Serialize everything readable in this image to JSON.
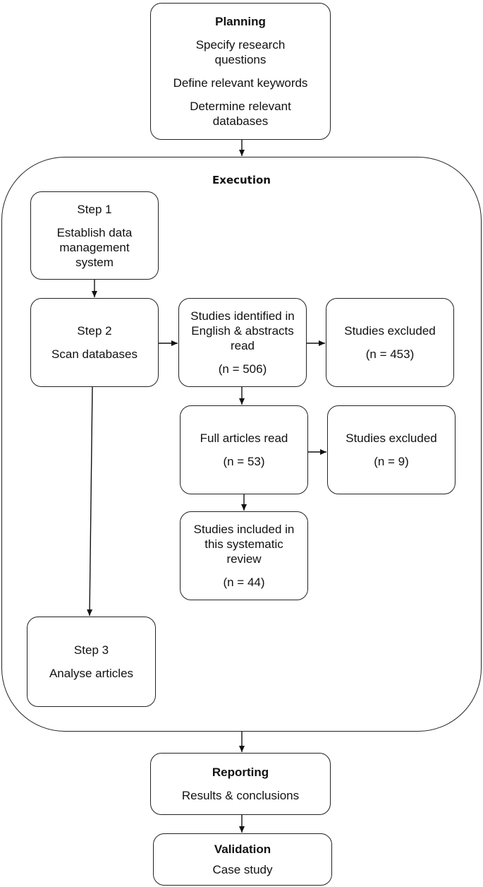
{
  "planning": {
    "title": "Planning",
    "items": [
      "Specify research questions",
      "Define relevant keywords",
      "Determine relevant databases"
    ]
  },
  "execution": {
    "title": "Execution",
    "step1": {
      "title": "Step 1",
      "text": "Establish data management system"
    },
    "step2": {
      "title": "Step 2",
      "text": "Scan databases"
    },
    "step3": {
      "title": "Step 3",
      "text": "Analyse articles"
    },
    "identified": {
      "text": "Studies identified in English & abstracts read",
      "count": "(n = 506)"
    },
    "excluded1": {
      "text": "Studies excluded",
      "count": "(n = 453)"
    },
    "full_read": {
      "text": "Full articles read",
      "count": "(n = 53)"
    },
    "excluded2": {
      "text": "Studies excluded",
      "count": "(n = 9)"
    },
    "included": {
      "text": "Studies included in this systematic review",
      "count": "(n = 44)"
    }
  },
  "reporting": {
    "title": "Reporting",
    "text": "Results & conclusions"
  },
  "validation": {
    "title": "Validation",
    "text": "Case study"
  }
}
